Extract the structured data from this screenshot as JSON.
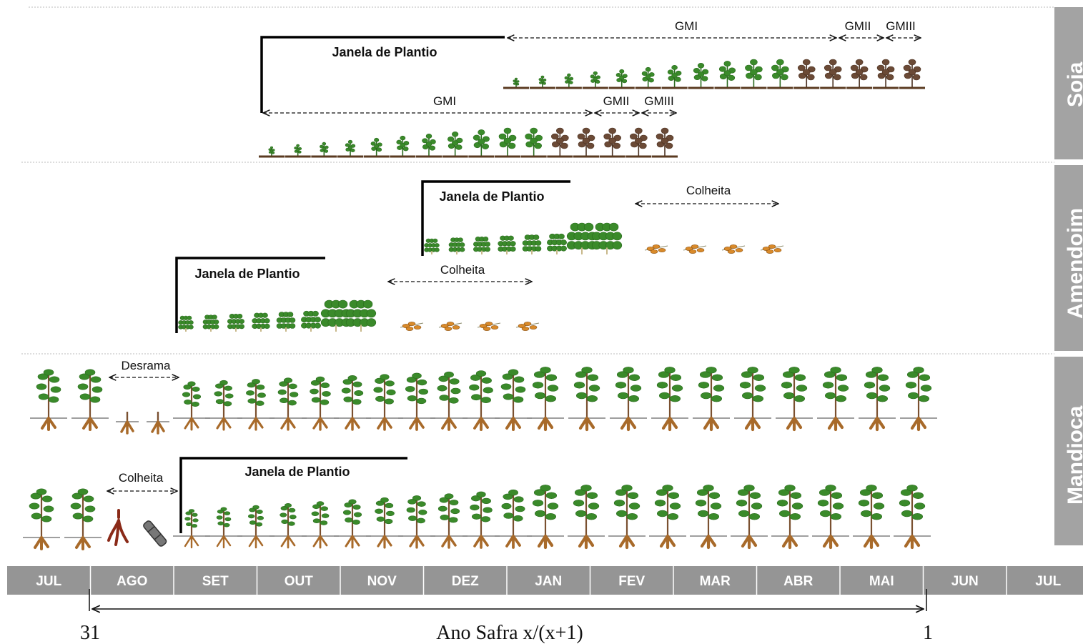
{
  "crops": {
    "soja": {
      "side_label": "Soja",
      "window_label": "Janela de Plantio",
      "upper": {
        "gm1": "GMI",
        "gm2": "GMII",
        "gm3": "GMIII"
      },
      "lower": {
        "gm1": "GMI",
        "gm2": "GMII",
        "gm3": "GMIII"
      }
    },
    "amendoim": {
      "side_label": "Amendoim",
      "upper": {
        "window_label": "Janela de Plantio",
        "harvest_label": "Colheita"
      },
      "lower": {
        "window_label": "Janela de Plantio",
        "harvest_label": "Colheita"
      }
    },
    "mandioca": {
      "side_label": "Mandioca",
      "upper": {
        "prune_label": "Desrama"
      },
      "lower": {
        "harvest_label": "Colheita",
        "window_label": "Janela de Plantio"
      }
    }
  },
  "months": [
    "JUL",
    "AGO",
    "SET",
    "OUT",
    "NOV",
    "DEZ",
    "JAN",
    "FEV",
    "MAR",
    "ABR",
    "MAI",
    "JUN",
    "JUL"
  ],
  "season": {
    "label": "Ano Safra x/(x+1)",
    "start": "31",
    "end": "1"
  },
  "colors": {
    "side_band": "#a3a3a3",
    "month_bar": "#959595",
    "leaf": "#3a8a2a",
    "leaf_dark": "#2a6a1e",
    "mature": "#6b4a36",
    "root": "#a86a2a",
    "soil": "#5a3a20"
  }
}
